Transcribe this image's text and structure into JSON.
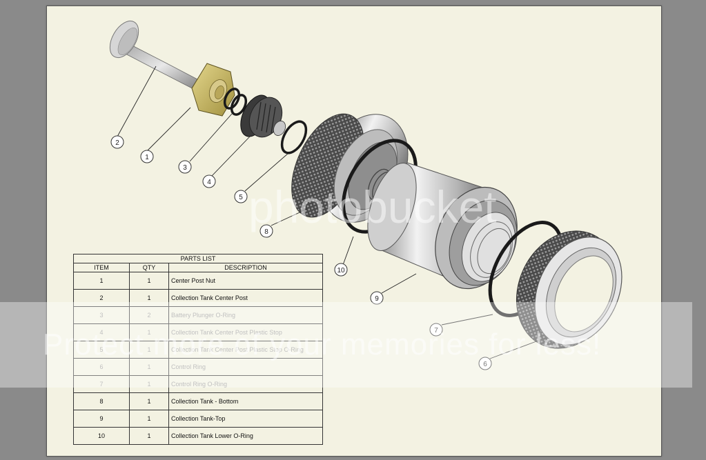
{
  "balloons": [
    "1",
    "2",
    "3",
    "4",
    "5",
    "6",
    "7",
    "8",
    "9",
    "10"
  ],
  "parts_list": {
    "title": "PARTS LIST",
    "headers": {
      "item": "ITEM",
      "qty": "QTY",
      "description": "DESCRIPTION"
    },
    "rows": [
      {
        "item": "1",
        "qty": "1",
        "description": "Center Post Nut"
      },
      {
        "item": "2",
        "qty": "1",
        "description": "Collection Tank Center Post"
      },
      {
        "item": "3",
        "qty": "2",
        "description": "Battery Plunger O-Ring"
      },
      {
        "item": "4",
        "qty": "1",
        "description": "Collection Tank Center Post Plastic Stop"
      },
      {
        "item": "5",
        "qty": "1",
        "description": "Collection Tank Center Post Plastic Stop O-Ring"
      },
      {
        "item": "6",
        "qty": "1",
        "description": "Control Ring"
      },
      {
        "item": "7",
        "qty": "1",
        "description": "Control Ring O-Ring"
      },
      {
        "item": "8",
        "qty": "1",
        "description": "Collection Tank - Bottom"
      },
      {
        "item": "9",
        "qty": "1",
        "description": "Collection Tank-Top"
      },
      {
        "item": "10",
        "qty": "1",
        "description": "Collection Tank Lower O-Ring"
      }
    ]
  },
  "watermark": {
    "logo": "photobucket",
    "text": "Protect more of your memories for less!"
  },
  "colors": {
    "sheet": "#f3f2e2",
    "frame": "#8a8a8a",
    "brass": "#c9b660",
    "steel": "#c8c8c8",
    "oring": "#1a1a1a"
  }
}
